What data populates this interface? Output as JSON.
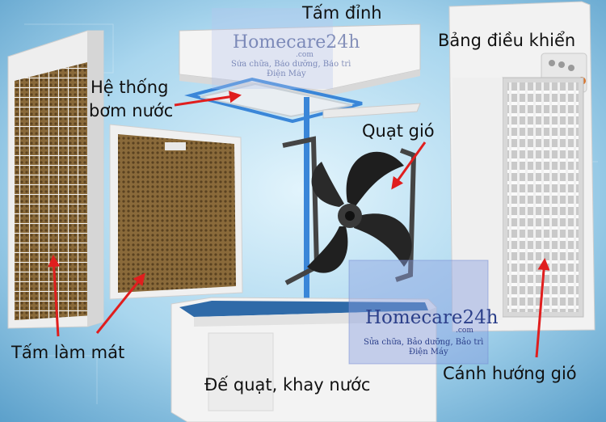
{
  "labels": {
    "top_panel": "Tấm đỉnh",
    "control_panel": "Bảng điều khiển",
    "pump_system_line1": "Hệ thống",
    "pump_system_line2": "bơm nước",
    "fan": "Quạt gió",
    "cooling_pad": "Tấm làm mát",
    "base_tray": "Đế quạt, khay nước",
    "louvers": "Cánh hướng gió"
  },
  "watermark": {
    "brand": "Homecare24h",
    "domain": ".com",
    "tagline_line1": "Sửa chữa, Bảo dưỡng, Bảo trì",
    "tagline_line2": "Điện Máy"
  },
  "colors": {
    "background_light": "#d2ecf8",
    "background_dark": "#5ea9d2",
    "arrow": "#e01e1e",
    "cooling_pad_honeycomb": "#8b6a3c",
    "watermark_box": "#8aa0e0",
    "pipe": "#3a86d8",
    "fan_blade": "#1e1e1e"
  }
}
